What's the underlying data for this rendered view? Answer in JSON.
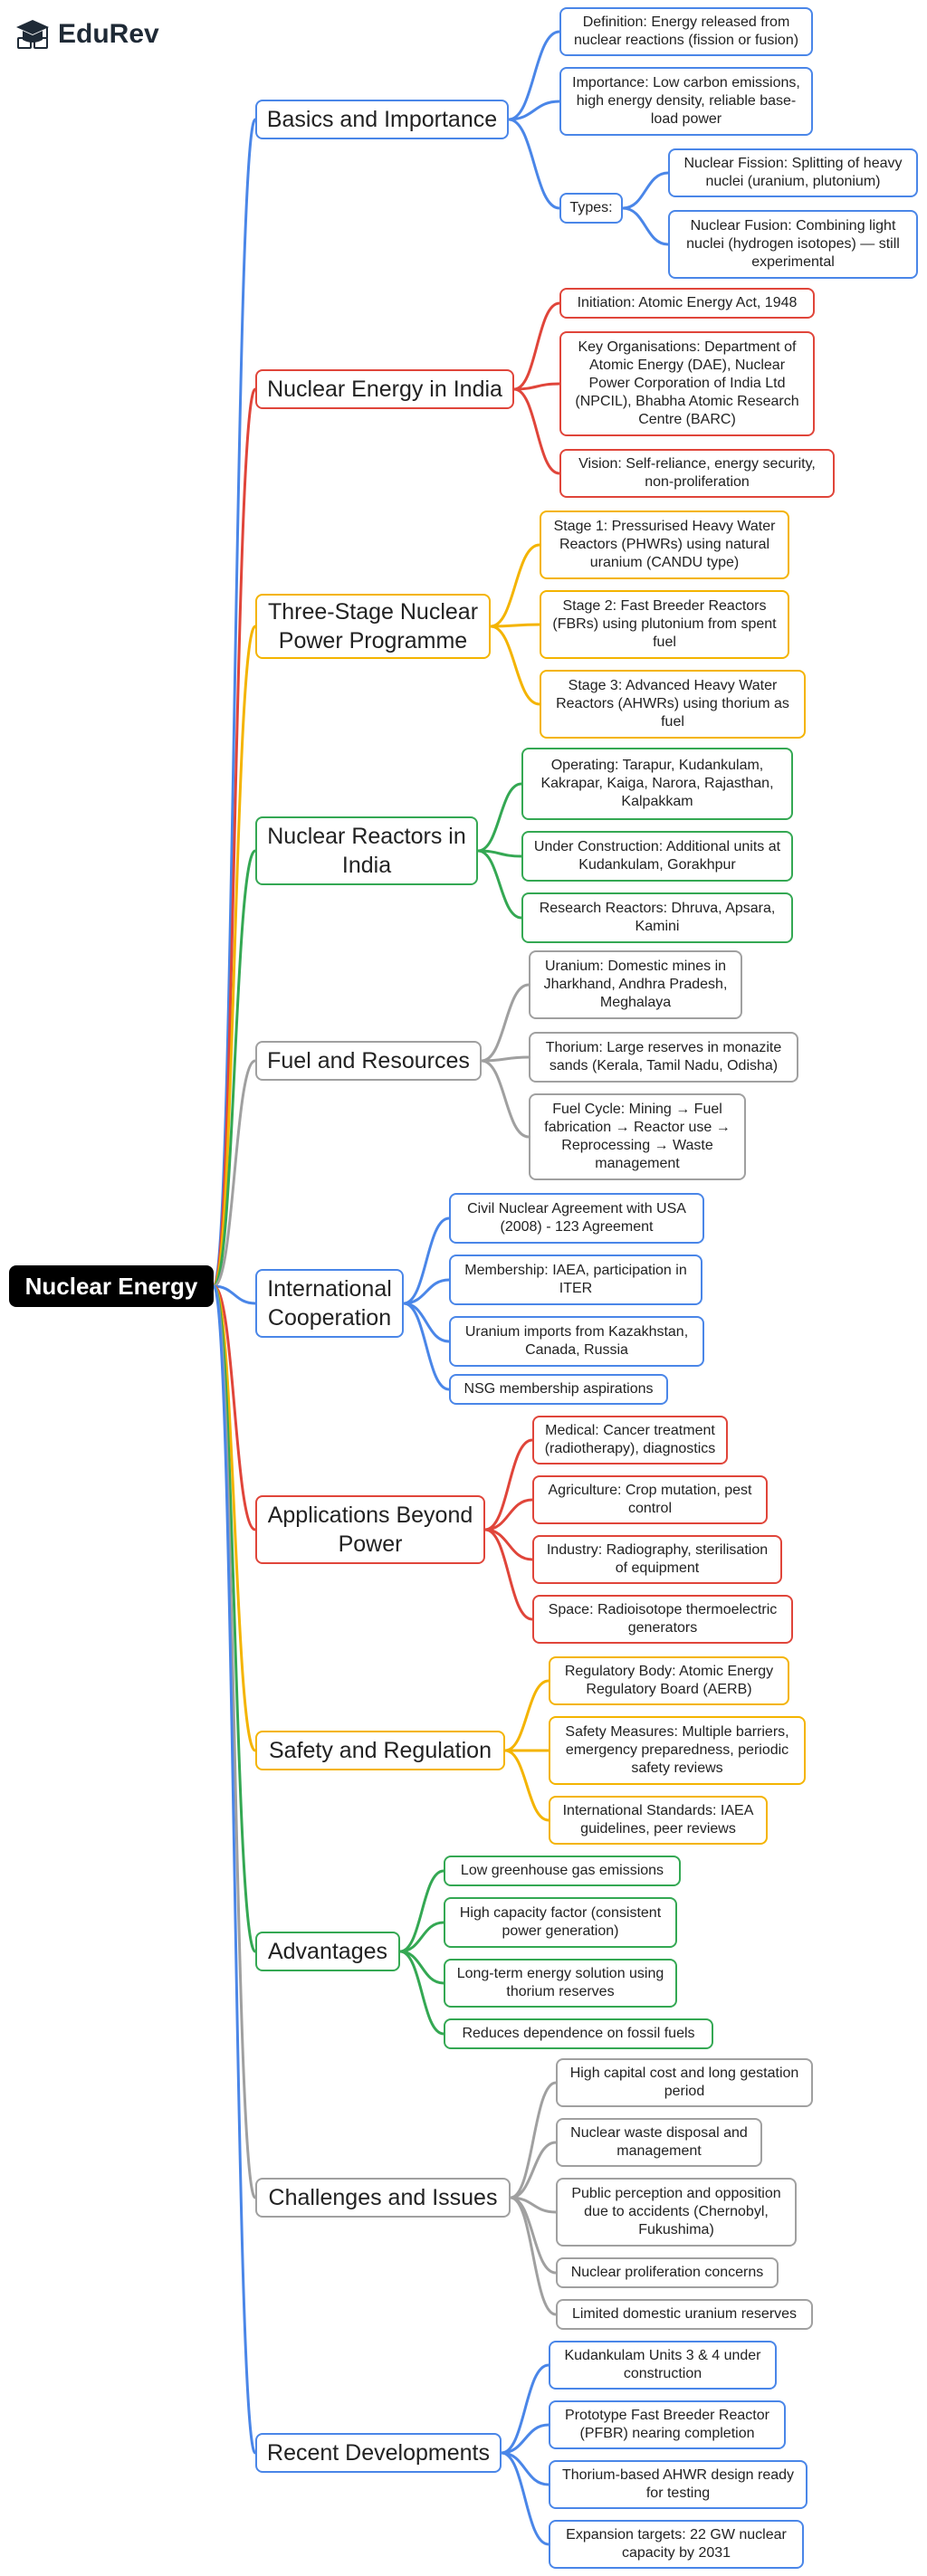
{
  "brand": {
    "name": "EduRev"
  },
  "root": {
    "label": "Nuclear Energy"
  },
  "colors": {
    "blue": "#4a86e8",
    "red": "#e0453a",
    "yellow": "#f4b400",
    "green": "#34a853",
    "gray": "#a0a0a0"
  },
  "branches": [
    {
      "label": "Basics and Importance",
      "color": "blue",
      "leaves": [
        {
          "text": "Definition: Energy released from nuclear reactions (fission or fusion)"
        },
        {
          "text": "Importance: Low carbon emissions, high energy density, reliable base-load power"
        },
        {
          "text": "Types:",
          "children": [
            {
              "text": "Nuclear Fission: Splitting of heavy nuclei (uranium, plutonium)"
            },
            {
              "text": "Nuclear Fusion: Combining light nuclei (hydrogen isotopes) — still experimental"
            }
          ]
        }
      ]
    },
    {
      "label": "Nuclear Energy in India",
      "color": "red",
      "leaves": [
        {
          "text": "Initiation: Atomic Energy Act, 1948"
        },
        {
          "text": "Key Organisations: Department of Atomic Energy (DAE), Nuclear Power Corporation of India Ltd (NPCIL), Bhabha Atomic Research Centre (BARC)"
        },
        {
          "text": "Vision: Self-reliance, energy security, non-proliferation"
        }
      ]
    },
    {
      "label": "Three-Stage Nuclear Power Programme",
      "color": "yellow",
      "leaves": [
        {
          "text": "Stage 1: Pressurised Heavy Water Reactors (PHWRs) using natural uranium (CANDU type)"
        },
        {
          "text": "Stage 2: Fast Breeder Reactors (FBRs) using plutonium from spent fuel"
        },
        {
          "text": "Stage 3: Advanced Heavy Water Reactors (AHWRs) using thorium as fuel"
        }
      ]
    },
    {
      "label": "Nuclear Reactors in India",
      "color": "green",
      "leaves": [
        {
          "text": "Operating: Tarapur, Kudankulam, Kakrapar, Kaiga, Narora, Rajasthan, Kalpakkam"
        },
        {
          "text": "Under Construction: Additional units at Kudankulam, Gorakhpur"
        },
        {
          "text": "Research Reactors: Dhruva, Apsara, Kamini"
        }
      ]
    },
    {
      "label": "Fuel and Resources",
      "color": "gray",
      "leaves": [
        {
          "text": "Uranium: Domestic mines in Jharkhand, Andhra Pradesh, Meghalaya"
        },
        {
          "text": "Thorium: Large reserves in monazite sands (Kerala, Tamil Nadu, Odisha)"
        },
        {
          "text": "Fuel Cycle: Mining → Fuel fabrication → Reactor use → Reprocessing → Waste management"
        }
      ]
    },
    {
      "label": "International Cooperation",
      "color": "blue",
      "leaves": [
        {
          "text": "Civil Nuclear Agreement with USA (2008) - 123 Agreement"
        },
        {
          "text": "Membership: IAEA, participation in ITER"
        },
        {
          "text": "Uranium imports from Kazakhstan, Canada, Russia"
        },
        {
          "text": "NSG membership aspirations"
        }
      ]
    },
    {
      "label": "Applications Beyond Power",
      "color": "red",
      "leaves": [
        {
          "text": "Medical: Cancer treatment (radiotherapy), diagnostics"
        },
        {
          "text": "Agriculture: Crop mutation, pest control"
        },
        {
          "text": "Industry: Radiography, sterilisation of equipment"
        },
        {
          "text": "Space: Radioisotope thermoelectric generators"
        }
      ]
    },
    {
      "label": "Safety and Regulation",
      "color": "yellow",
      "leaves": [
        {
          "text": "Regulatory Body: Atomic Energy Regulatory Board (AERB)"
        },
        {
          "text": "Safety Measures: Multiple barriers, emergency preparedness, periodic safety reviews"
        },
        {
          "text": "International Standards: IAEA guidelines, peer reviews"
        }
      ]
    },
    {
      "label": "Advantages",
      "color": "green",
      "leaves": [
        {
          "text": "Low greenhouse gas emissions"
        },
        {
          "text": "High capacity factor (consistent power generation)"
        },
        {
          "text": "Long-term energy solution using thorium reserves"
        },
        {
          "text": "Reduces dependence on fossil fuels"
        }
      ]
    },
    {
      "label": "Challenges and Issues",
      "color": "gray",
      "leaves": [
        {
          "text": "High capital cost and long gestation period"
        },
        {
          "text": "Nuclear waste disposal and management"
        },
        {
          "text": "Public perception and opposition due to accidents (Chernobyl, Fukushima)"
        },
        {
          "text": "Nuclear proliferation concerns"
        },
        {
          "text": "Limited domestic uranium reserves"
        }
      ]
    },
    {
      "label": "Recent Developments",
      "color": "blue",
      "leaves": [
        {
          "text": "Kudankulam Units 3 & 4 under construction"
        },
        {
          "text": "Prototype Fast Breeder Reactor (PFBR) nearing completion"
        },
        {
          "text": "Thorium-based AHWR design ready for testing"
        },
        {
          "text": "Expansion targets: 22 GW nuclear capacity by 2031"
        }
      ]
    }
  ]
}
